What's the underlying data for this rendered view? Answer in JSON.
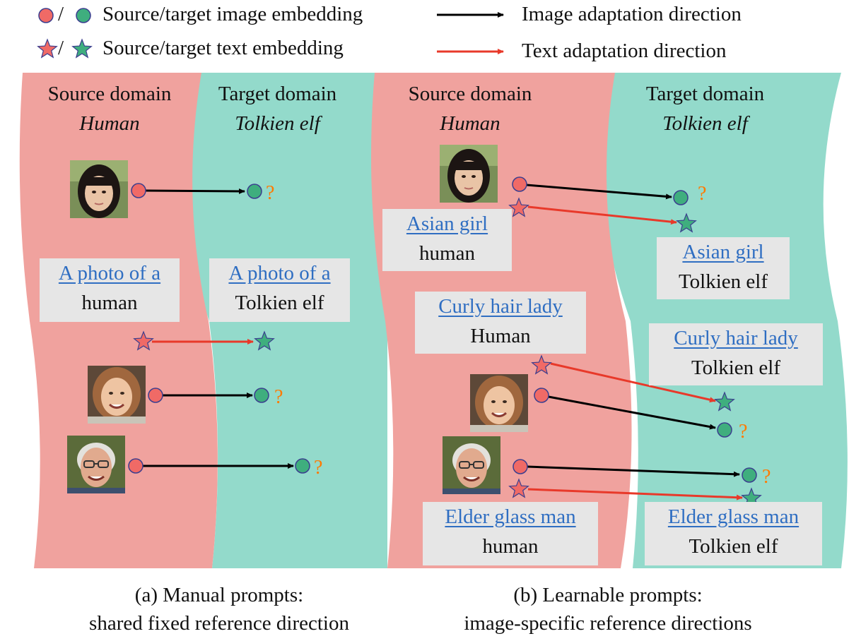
{
  "legend": {
    "slash": "/",
    "image_embedding": "Source/target image embedding",
    "text_embedding": "Source/target text embedding",
    "image_direction": "Image adaptation direction",
    "text_direction": "Text adaptation direction"
  },
  "colors": {
    "source": "#f0a29e",
    "target": "#93dacb",
    "source_marker": "#f06a66",
    "target_marker": "#3fae7e",
    "marker_edge": "#3b3e8f",
    "image_arrow": "#000000",
    "text_arrow": "#e8392a",
    "question": "#ff7a00",
    "class_text": "#2f6ec2",
    "box": "#e6e6e6"
  },
  "panel_a": {
    "source_domain": "Source domain",
    "source_name": "Human",
    "target_domain": "Target domain",
    "target_name": "Tolkien elf",
    "source_prompt": {
      "class": "A photo of a",
      "domain": "human"
    },
    "target_prompt": {
      "class": "A photo of a",
      "domain": "Tolkien elf"
    },
    "caption_line1": "(a) Manual prompts:",
    "caption_line2": "shared fixed reference direction"
  },
  "panel_b": {
    "source_domain": "Source domain",
    "source_name": "Human",
    "target_domain": "Target domain",
    "target_name": "Tolkien elf",
    "prompts": [
      {
        "class": "Asian girl",
        "source_domain": "human",
        "target_domain": "Tolkien elf"
      },
      {
        "class": "Curly hair lady",
        "source_domain": "Human",
        "target_domain": "Tolkien elf"
      },
      {
        "class": "Elder glass man",
        "source_domain": "human",
        "target_domain": "Tolkien elf"
      }
    ],
    "caption_line1": "(b) Learnable prompts:",
    "caption_line2": "image-specific reference directions"
  },
  "question_mark": "?",
  "faces": [
    "asian-girl-face",
    "curly-hair-lady-face",
    "elder-glass-man-face"
  ]
}
